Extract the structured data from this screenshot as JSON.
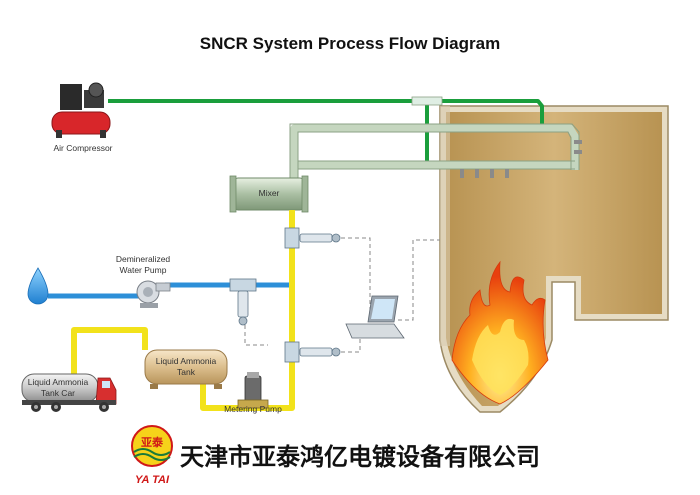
{
  "title": "SNCR System Process Flow Diagram",
  "labels": {
    "air_compressor": "Air Compressor",
    "mixer": "Mixer",
    "demin_line1": "Demineralized",
    "demin_line2": "Water Pump",
    "ammonia_tank_line1": "Liquid Ammonia",
    "ammonia_tank_line2": "Tank",
    "tank_car_line1": "Liquid Ammonia",
    "tank_car_line2": "Tank Car",
    "metering_pump": "Metering Pump"
  },
  "company": {
    "name": "天津市亚泰鸿亿电镀设备有限公司",
    "logo_mark": "亚泰",
    "logo_sub": "YA TAI"
  },
  "colors": {
    "air_line": "#1a9e3c",
    "water_line": "#2d8fd8",
    "ammonia_line": "#f2e21b",
    "mix_line": "#c9dcc4",
    "boiler": "#c9a96a",
    "logo_red": "#d01818"
  }
}
